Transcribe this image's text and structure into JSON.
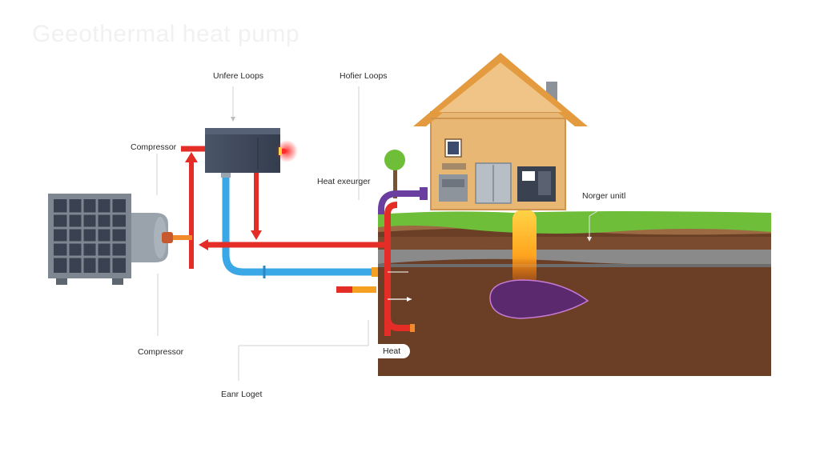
{
  "title": "Geeothermal heat pump",
  "labels": {
    "upper_loops": "Unfere Loops",
    "hotter_loops": "Hofier Loops",
    "compressor_top": "Compressor",
    "heat_exchanger": "Heat exeurger",
    "norger_unit": "Norger unitl",
    "compressor_bottom": "Compressor",
    "heat": "Heat",
    "earth_loop": "Eanr Loget"
  },
  "colors": {
    "hot_pipe": "#e52d27",
    "cold_pipe": "#3aa7e6",
    "soil": "#6b3f25",
    "grass": "#6fbe3a",
    "house": "#e7b773",
    "roof": "#e49a3e",
    "unit": "#3f4a5c",
    "heat_plume": "#ffb020",
    "underground_pool": "#5b2a6e"
  }
}
